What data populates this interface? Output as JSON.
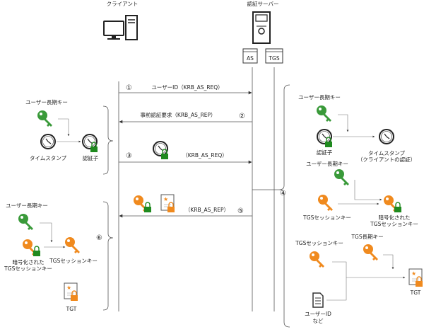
{
  "headers": {
    "client": "クライアント",
    "server": "認証サーバー"
  },
  "server_boxes": {
    "as": "AS",
    "tgs": "TGS"
  },
  "steps": [
    {
      "num": "①",
      "label": "ユーザーID（KRB_AS_REQ）"
    },
    {
      "num": "②",
      "label": "事前認証要求（KRB_AS_REP）"
    },
    {
      "num": "③",
      "label": "（KRB_AS_REQ）"
    },
    {
      "num": "④",
      "label": ""
    },
    {
      "num": "⑤",
      "label": "（KRB_AS_REP）"
    },
    {
      "num": "⑥",
      "label": ""
    }
  ],
  "left_top": {
    "user_key": "ユーザー長期キー",
    "timestamp": "タイムスタンプ",
    "authenticator": "認証子"
  },
  "left_bottom": {
    "user_key": "ユーザー長期キー",
    "encrypted_tgs_line1": "暗号化された",
    "encrypted_tgs_line2": "TGSセッションキー",
    "tgs_session_key": "TGSセッションキー",
    "tgt": "TGT"
  },
  "right": {
    "user_key_1": "ユーザー長期キー",
    "authenticator": "認証子",
    "timestamp_line1": "タイムスタンプ",
    "timestamp_line2": "（クライアントの認証）",
    "user_key_2": "ユーザー長期キー",
    "tgs_session_key": "TGSセッションキー",
    "encrypted_tgs_line1": "暗号化された",
    "encrypted_tgs_line2": "TGSセッションキー",
    "tgs_long_key": "TGS長期キー",
    "tgs_session_key_2": "TGSセッションキー",
    "tgt": "TGT",
    "user_id_line1": "ユーザーID",
    "user_id_line2": "など"
  },
  "colors": {
    "green_key": "#3a9a3a",
    "orange_key": "#f08a1e",
    "lock_green": "#1f8a1f",
    "lock_orange": "#f08a1e"
  }
}
